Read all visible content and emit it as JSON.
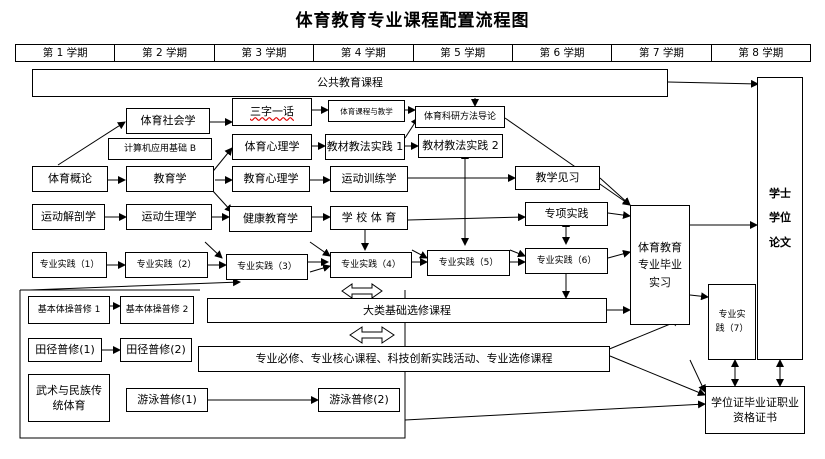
{
  "title": "体育教育专业课程配置流程图",
  "semesters": [
    "第 1 学期",
    "第 2 学期",
    "第 3 学期",
    "第 4 学期",
    "第 5 学期",
    "第 6 学期",
    "第 7 学期",
    "第 8 学期"
  ],
  "boxes": {
    "public": "公共教育课程",
    "sports_sociology": "体育社会学",
    "three_char": "三字一话",
    "curriculum_teaching": "体育课程与教学",
    "research_methods": "体育科研方法导论",
    "computer_basic": "计算机应用基础 B",
    "sports_psychology": "体育心理学",
    "teaching_practice1": "教材教法实践 1",
    "teaching_practice2": "教材教法实践 2",
    "intro_pe": "体育概论",
    "pedagogy": "教育学",
    "edu_psychology": "教育心理学",
    "training": "运动训练学",
    "observation": "教学见习",
    "anatomy": "运动解剖学",
    "physiology": "运动生理学",
    "health_edu": "健康教育学",
    "school_pe": "学 校 体 育",
    "special_practice": "专项实践",
    "graduation_internship": "体育教育专业毕业实习",
    "thesis": "学士学位论文",
    "pp1": "专业实践（1）",
    "pp2": "专业实践（2）",
    "pp3": "专业实践（3）",
    "pp4": "专业实践（4）",
    "pp5": "专业实践（5）",
    "pp6": "专业实践（6）",
    "pp7": "专业实践（7）",
    "gym1": "基本体操普修 1",
    "gym2": "基本体操普修 2",
    "electives": "大类基础选修课程",
    "track1": "田径普修(1)",
    "track2": "田径普修(2)",
    "core": "专业必修、专业核心课程、科技创新实践活动、专业选修课程",
    "martial": "武术与民族传统体育",
    "swim1": "游泳普修(1)",
    "swim2": "游泳普修(2)",
    "certificates": "学位证毕业证职业资格证书"
  }
}
